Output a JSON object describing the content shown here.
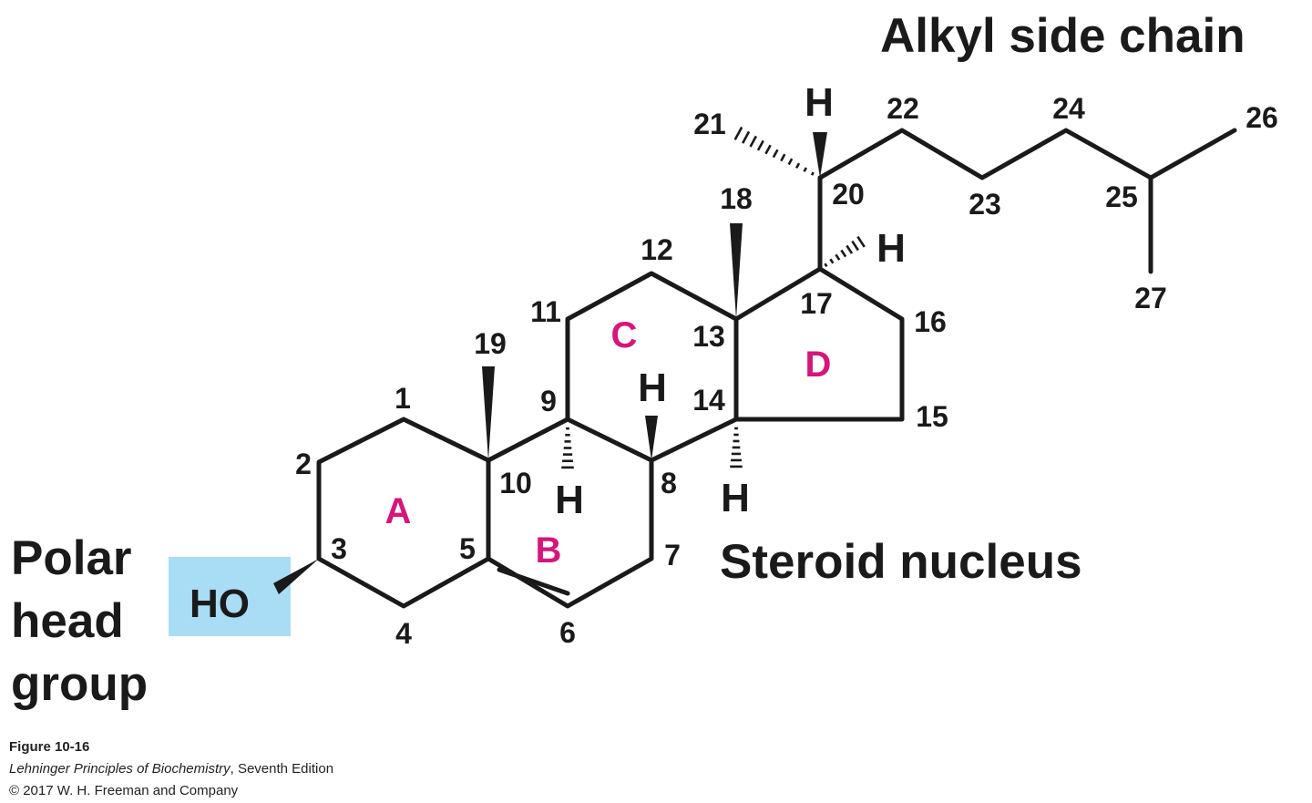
{
  "labels": {
    "alkyl_side_chain": "Alkyl side chain",
    "steroid_nucleus": "Steroid nucleus",
    "polar_head_group": [
      "Polar",
      "head",
      "group"
    ],
    "hydroxyl": "HO"
  },
  "ring_letters": [
    "A",
    "B",
    "C",
    "D"
  ],
  "carbon_numbers": [
    "1",
    "2",
    "3",
    "4",
    "5",
    "6",
    "7",
    "8",
    "9",
    "10",
    "11",
    "12",
    "13",
    "14",
    "15",
    "16",
    "17",
    "18",
    "19",
    "20",
    "21",
    "22",
    "23",
    "24",
    "25",
    "26",
    "27"
  ],
  "hydrogen_symbol": "H",
  "caption": {
    "figure": "Figure 10-16",
    "book_title": "Lehninger Principles of Biochemistry",
    "edition": ", Seventh Edition",
    "copyright": "© 2017 W. H. Freeman and Company"
  },
  "colors": {
    "bond": "#1a1a1a",
    "ring_letter": "#d4177a",
    "hydroxyl_highlight": "#a9dcf5"
  }
}
